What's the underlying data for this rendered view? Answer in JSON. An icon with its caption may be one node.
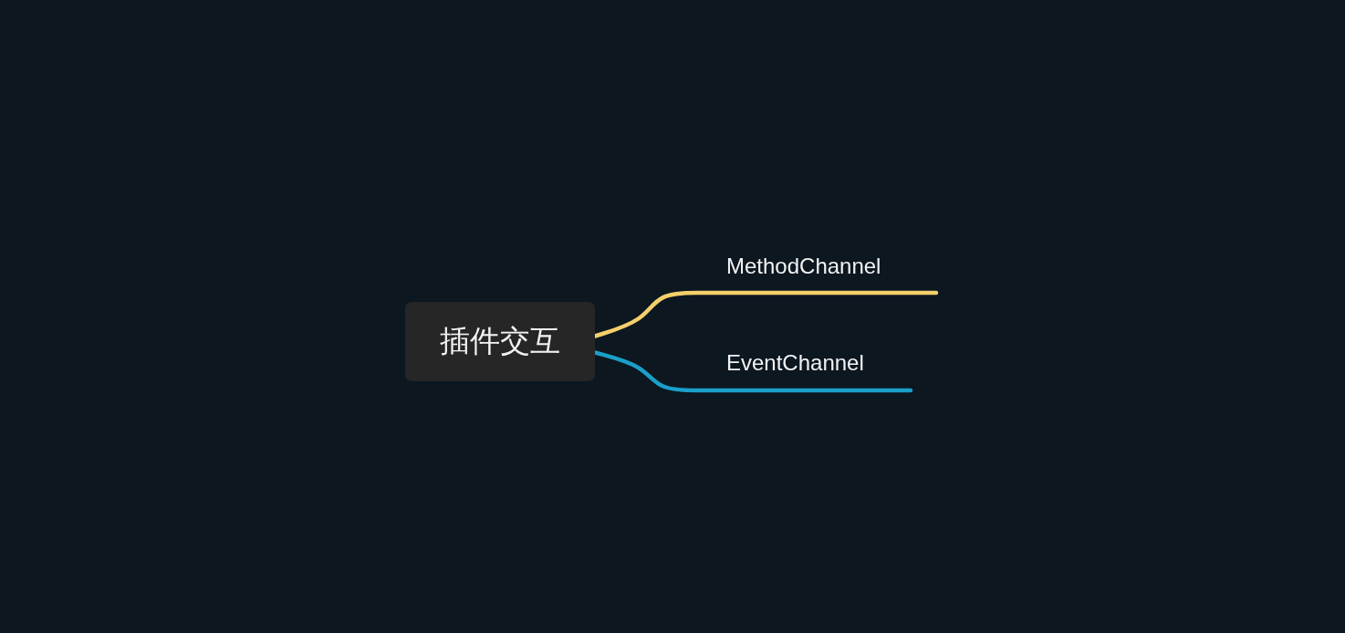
{
  "diagram": {
    "nodes": [
      {
        "text": [
          "插件交互"
        ]
      },
      {
        "text": [
          "MethodChannel"
        ]
      },
      {
        "text": [
          "EventChannel"
        ]
      }
    ],
    "edges": [
      {
        "from": 0,
        "to": 1,
        "arrow": "none",
        "color": "#f5cf6b"
      },
      {
        "from": 0,
        "to": 2,
        "arrow": "none",
        "color": "#1aa0c8"
      }
    ]
  }
}
